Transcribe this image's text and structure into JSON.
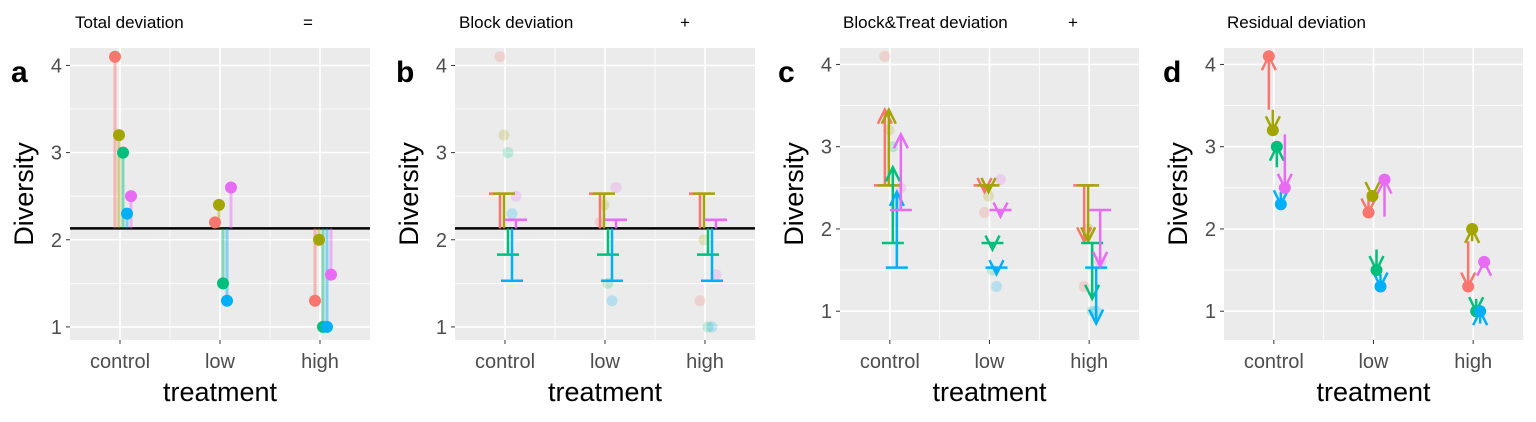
{
  "figure": {
    "titles": [
      "Total deviation",
      "Block deviation",
      "Block&Treat deviation",
      "Residual deviation"
    ],
    "operators": [
      "=",
      "+",
      "+",
      ""
    ],
    "panel_letters": [
      "a",
      "b",
      "c",
      "d"
    ]
  },
  "chart_data": [
    {
      "type": "scatter",
      "panel": "a",
      "title": "Total deviation",
      "xlabel": "treatment",
      "ylabel": "Diversity",
      "categories": [
        "control",
        "low",
        "high"
      ],
      "ylim": [
        0.85,
        4.2
      ],
      "yticks": [
        1,
        2,
        3,
        4
      ],
      "grid": true,
      "legend": "none",
      "reference_line": 2.13,
      "layers": [
        "points",
        "segments_to_reference"
      ],
      "series_colors": [
        "#F8766D",
        "#A3A500",
        "#00BF7D",
        "#00B0F6",
        "#E76BF3"
      ],
      "points": {
        "control": [
          4.1,
          3.2,
          3.0,
          2.3,
          2.5
        ],
        "low": [
          2.2,
          2.4,
          1.5,
          1.3,
          2.6
        ],
        "high": [
          1.3,
          2.0,
          1.0,
          1.0,
          1.6
        ]
      }
    },
    {
      "type": "scatter",
      "panel": "b",
      "title": "Block deviation",
      "xlabel": "treatment",
      "ylabel": "Diversity",
      "categories": [
        "control",
        "low",
        "high"
      ],
      "ylim": [
        0.85,
        4.2
      ],
      "yticks": [
        1,
        2,
        3,
        4
      ],
      "grid": true,
      "legend": "none",
      "reference_line": 2.13,
      "layers": [
        "faded_points",
        "block_error_bars"
      ],
      "series_colors": [
        "#F8766D",
        "#A3A500",
        "#00BF7D",
        "#00B0F6",
        "#E76BF3"
      ],
      "points": {
        "control": [
          4.1,
          3.2,
          3.0,
          2.3,
          2.5
        ],
        "low": [
          2.2,
          2.4,
          1.5,
          1.3,
          2.6
        ],
        "high": [
          1.3,
          2.0,
          1.0,
          1.0,
          1.6
        ]
      },
      "block_means": [
        2.53,
        2.53,
        1.83,
        1.53,
        2.23
      ]
    },
    {
      "type": "scatter",
      "panel": "c",
      "title": "Block&Treat deviation",
      "xlabel": "treatment",
      "ylabel": "Diversity",
      "categories": [
        "control",
        "low",
        "high"
      ],
      "ylim": [
        0.65,
        4.2
      ],
      "yticks": [
        1,
        2,
        3,
        4
      ],
      "grid": true,
      "legend": "none",
      "layers": [
        "faded_points",
        "block_caps",
        "arrows_block_to_cell_mean"
      ],
      "series_colors": [
        "#F8766D",
        "#A3A500",
        "#00BF7D",
        "#00B0F6",
        "#E76BF3"
      ],
      "points": {
        "control": [
          4.1,
          3.2,
          3.0,
          2.3,
          2.5
        ],
        "low": [
          2.2,
          2.4,
          1.5,
          1.3,
          2.6
        ],
        "high": [
          1.3,
          2.0,
          1.0,
          1.0,
          1.6
        ]
      },
      "block_means": [
        2.53,
        2.53,
        1.83,
        1.53,
        2.23
      ],
      "cell_means": {
        "control": [
          3.45,
          3.45,
          2.75,
          2.45,
          3.15
        ],
        "low": [
          2.45,
          2.45,
          1.75,
          1.45,
          2.15
        ],
        "high": [
          1.85,
          1.85,
          1.15,
          0.85,
          1.55
        ]
      }
    },
    {
      "type": "scatter",
      "panel": "d",
      "title": "Residual deviation",
      "xlabel": "treatment",
      "ylabel": "Diversity",
      "categories": [
        "control",
        "low",
        "high"
      ],
      "ylim": [
        0.65,
        4.2
      ],
      "yticks": [
        1,
        2,
        3,
        4
      ],
      "grid": true,
      "legend": "none",
      "layers": [
        "points",
        "arrows_to_points"
      ],
      "series_colors": [
        "#F8766D",
        "#A3A500",
        "#00BF7D",
        "#00B0F6",
        "#E76BF3"
      ],
      "points": {
        "control": [
          4.1,
          3.2,
          3.0,
          2.3,
          2.5
        ],
        "low": [
          2.2,
          2.4,
          1.5,
          1.3,
          2.6
        ],
        "high": [
          1.3,
          2.0,
          1.0,
          1.0,
          1.6
        ]
      },
      "cell_means": {
        "control": [
          3.45,
          3.45,
          2.75,
          2.45,
          3.15
        ],
        "low": [
          2.45,
          2.45,
          1.75,
          1.45,
          2.15
        ],
        "high": [
          1.85,
          1.85,
          1.15,
          0.85,
          1.55
        ]
      }
    }
  ]
}
